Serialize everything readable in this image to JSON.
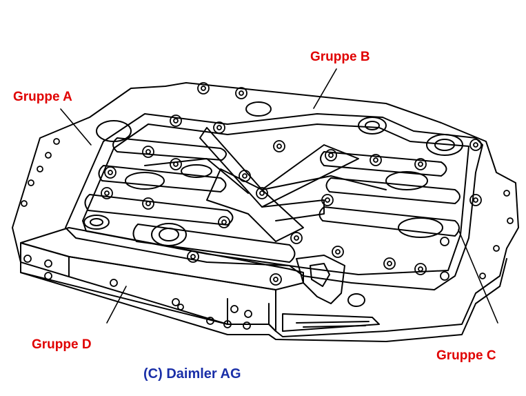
{
  "labels": {
    "gruppe_a": "Gruppe A",
    "gruppe_b": "Gruppe B",
    "gruppe_c": "Gruppe C",
    "gruppe_d": "Gruppe D"
  },
  "copyright": "(C) Daimler AG",
  "colors": {
    "label": "#e00000",
    "copyright": "#1a2fa8",
    "line": "#000000",
    "background": "#ffffff"
  }
}
